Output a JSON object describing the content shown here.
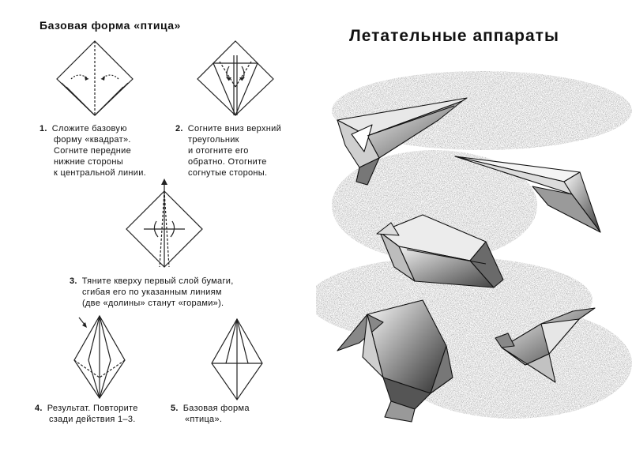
{
  "left_title": "Базовая форма «птица»",
  "right_title": "Летательные аппараты",
  "steps": [
    {
      "num": "1.",
      "lines": [
        "Сложите базовую",
        "форму «квадрат».",
        "Согните передние",
        "нижние стороны",
        "к центральной линии."
      ]
    },
    {
      "num": "2.",
      "lines": [
        "Согните вниз верхний",
        "треугольник",
        "и отогните его",
        "обратно. Отогните",
        "согнутые стороны."
      ]
    },
    {
      "num": "3.",
      "lines": [
        "Тяните кверху первый слой бумаги,",
        "сгибая его по указанным линиям",
        "(две «долины» станут «горами»)."
      ]
    },
    {
      "num": "4.",
      "lines": [
        "Результат. Повторите",
        "сзади действия 1–3."
      ]
    },
    {
      "num": "5.",
      "lines": [
        "Базовая форма",
        "«птица»."
      ]
    }
  ]
}
